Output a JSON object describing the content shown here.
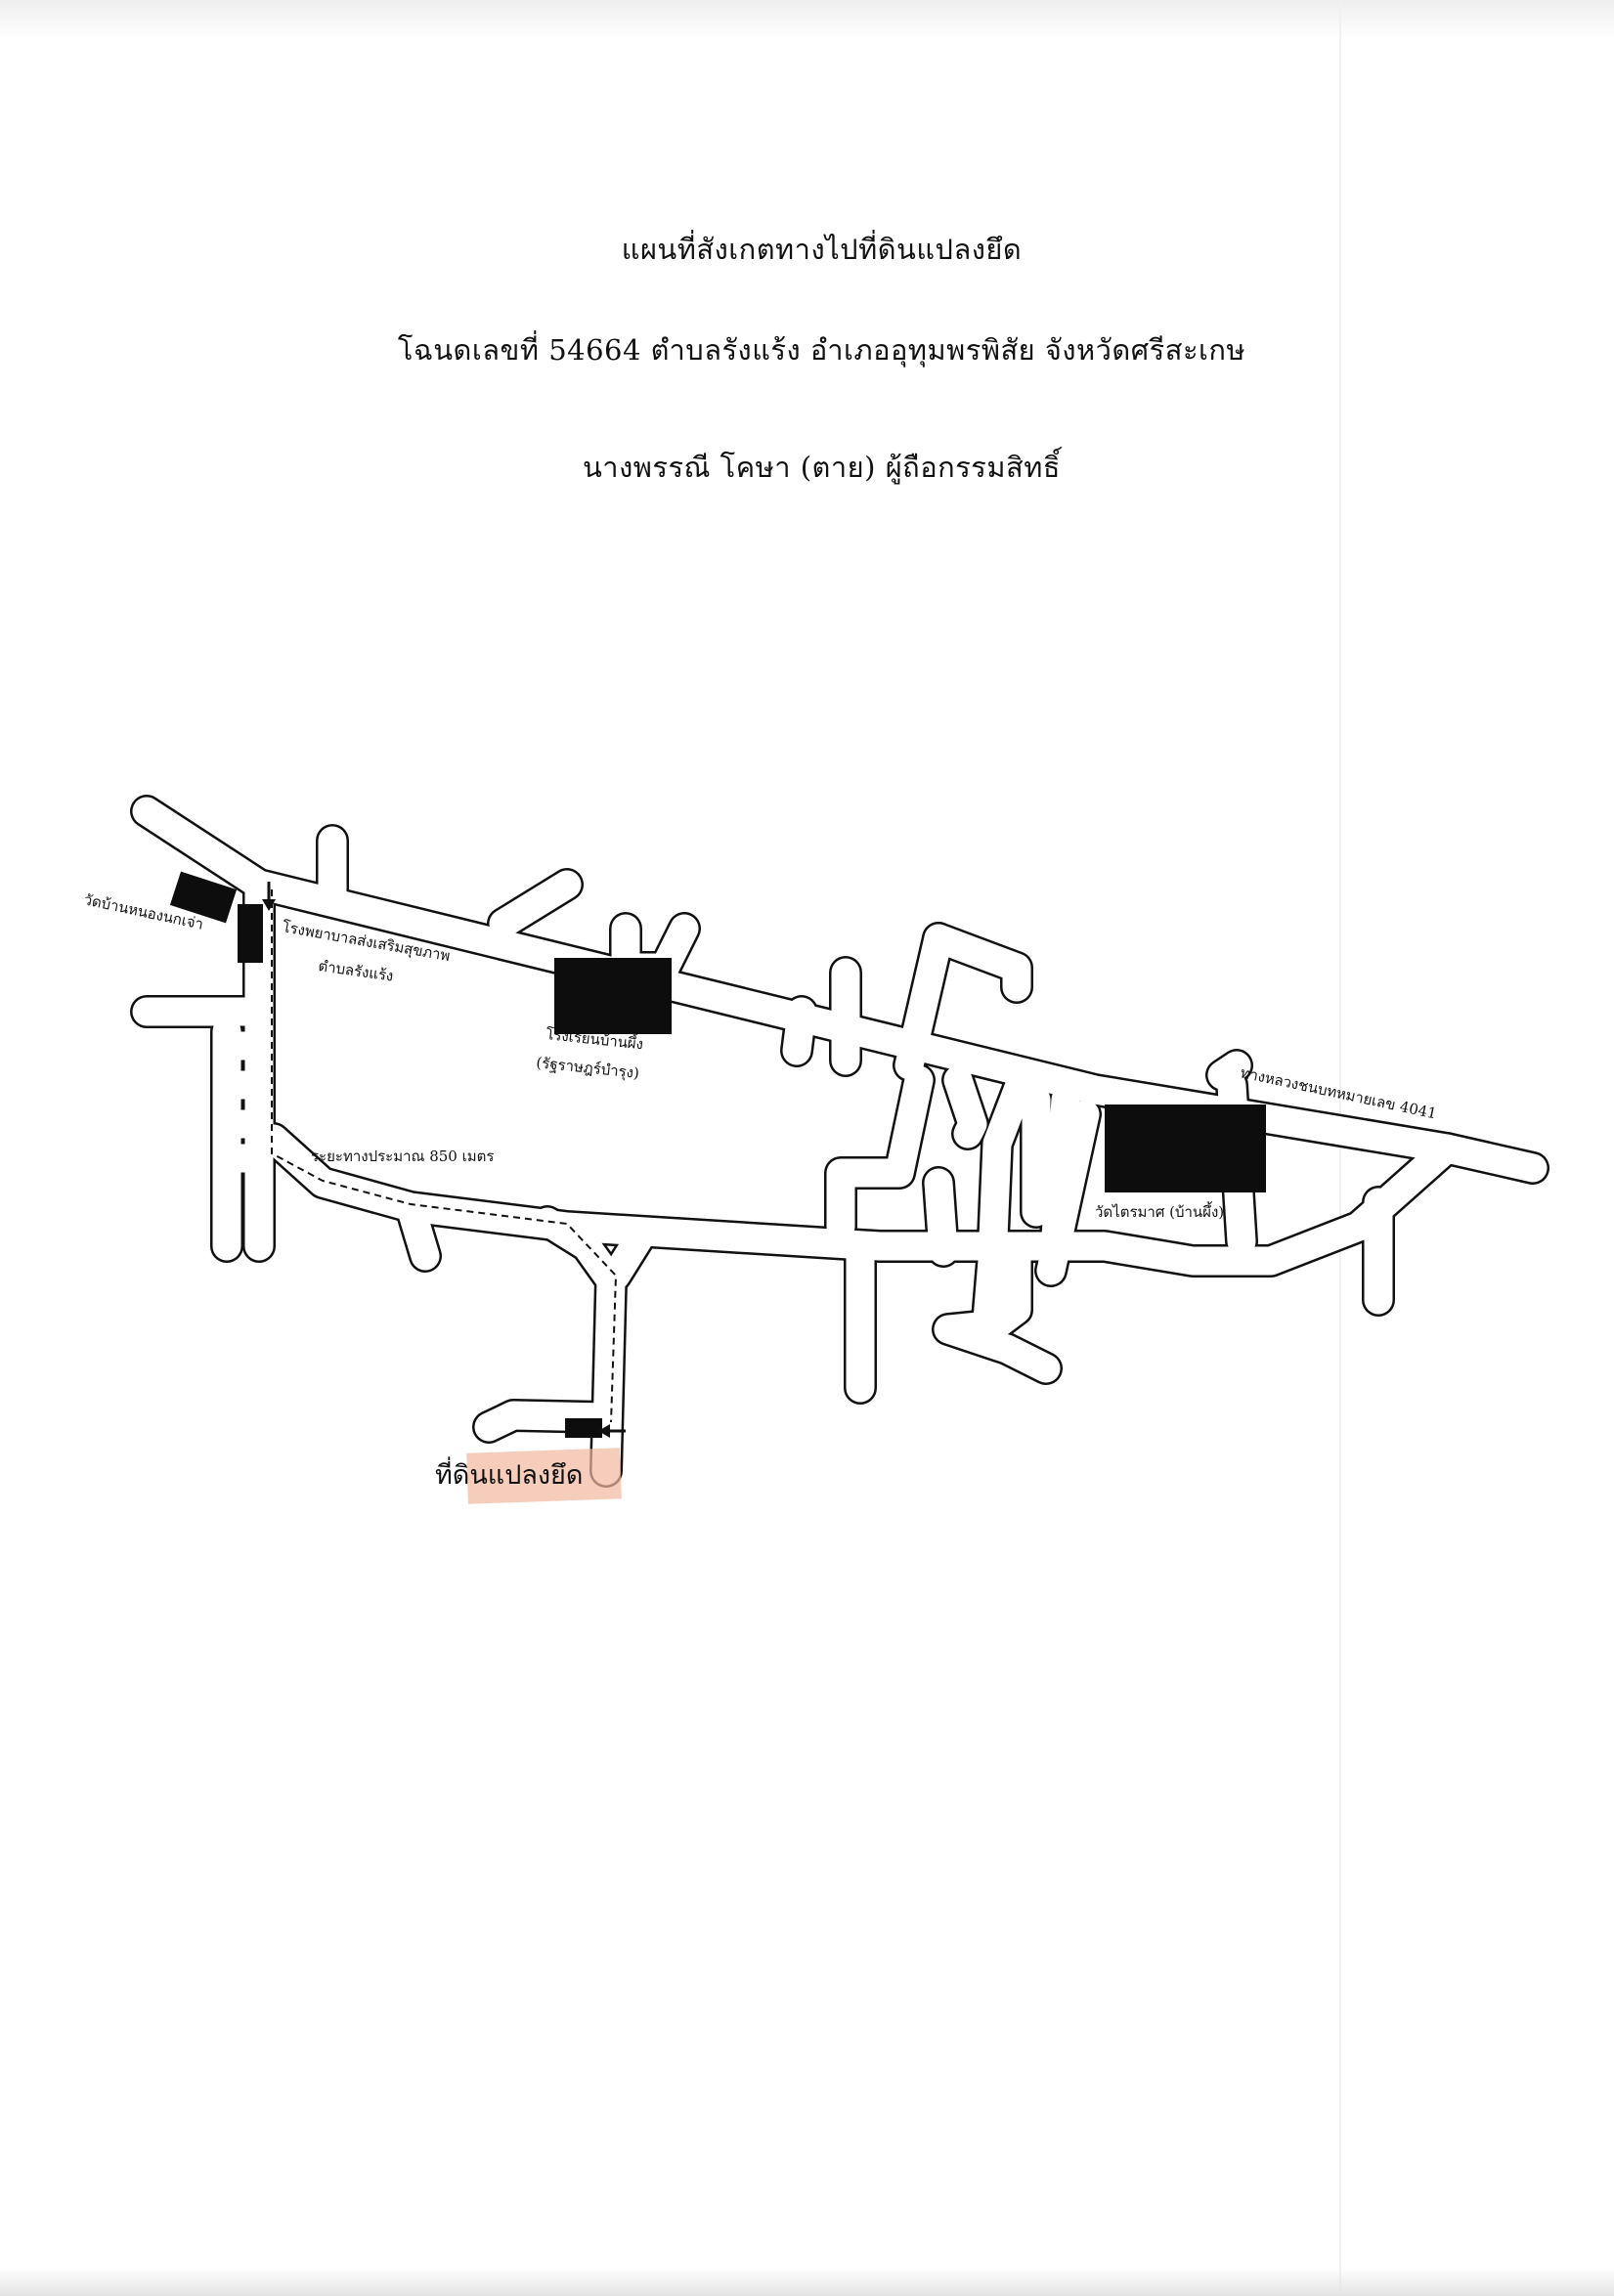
{
  "header": {
    "title": "แผนที่สังเกตทางไปที่ดินแปลงยึด",
    "deed_line": "โฉนดเลขที่ 54664 ตำบลรังแร้ง อำเภออุทุมพรพิสัย จังหวัดศรีสะเกษ",
    "owner_line": "นางพรรณี โคษา (ตาย) ผู้ถือกรรมสิทธิ์"
  },
  "map": {
    "labels": {
      "temple_nong_nok_khao": "วัดบ้านหนองนกเจ่า",
      "hospital_line1": "โรงพยาบาลส่งเสริมสุขภาพ",
      "hospital_line2": "ตำบลรังแร้ง",
      "school_line1": "โรงเรียนบ้านผึ้ง",
      "school_line2": "(รัฐราษฎร์บำรุง)",
      "highway": "ทางหลวงชนบทหมายเลข 4041",
      "temple_trai_mat": "วัดไตรมาศ (บ้านผึ้ง)",
      "distance": "ระยะทางประมาณ 850 เมตร",
      "seized_land": "ที่ดินแปลงยึด"
    },
    "colors": {
      "road_outline": "#111111",
      "landmark_fill": "#0d0d0d",
      "highlight": "#f2b79d"
    }
  }
}
